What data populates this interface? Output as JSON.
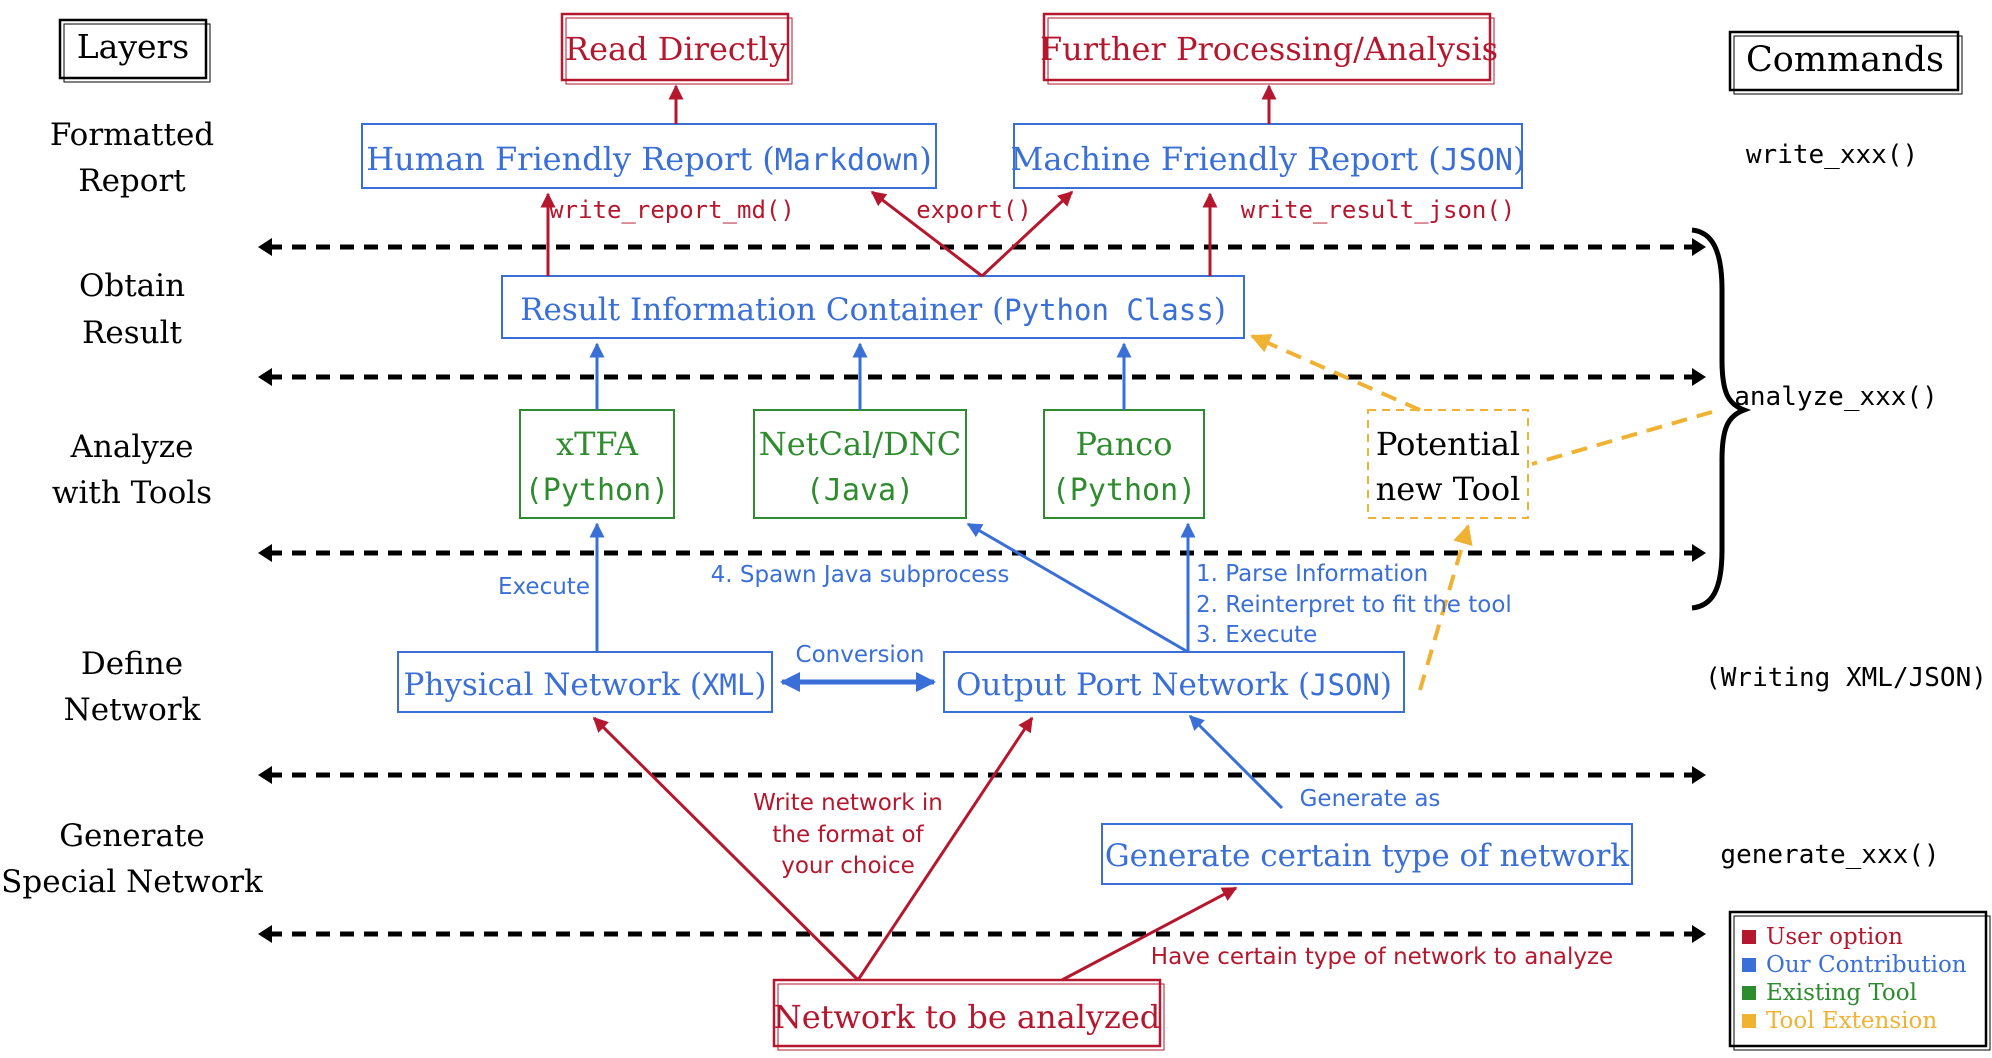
{
  "colors": {
    "user_option": "#b5182e",
    "our_contribution": "#3a6fd8",
    "existing_tool": "#2e8b2e",
    "tool_extension": "#f0b233",
    "black": "#000000"
  },
  "headers": {
    "layers": "Layers",
    "commands": "Commands"
  },
  "layers": [
    {
      "line1": "Formatted",
      "line2": "Report"
    },
    {
      "line1": "Obtain",
      "line2": "Result"
    },
    {
      "line1": "Analyze",
      "line2": "with Tools"
    },
    {
      "line1": "Define",
      "line2": "Network"
    },
    {
      "line1": "Generate",
      "line2": "Special Network"
    }
  ],
  "commands": {
    "write": "write_xxx()",
    "analyze": "analyze_xxx()",
    "writing": "(Writing XML/JSON)",
    "generate": "generate_xxx()"
  },
  "outputs": {
    "read_directly": "Read Directly",
    "further": "Further Processing/Analysis"
  },
  "reports": {
    "human": {
      "text": "Human Friendly Report (",
      "code": "Markdown",
      "close": ")"
    },
    "machine": {
      "text": "Machine Friendly Report (",
      "code": "JSON",
      "close": ")"
    }
  },
  "container": {
    "text": "Result Information Container (",
    "code": "Python Class",
    "close": ")"
  },
  "tools": {
    "xtfa": {
      "name": "xTFA",
      "lang": "(Python)"
    },
    "netcal": {
      "name": "NetCal/DNC",
      "lang": "(Java)"
    },
    "panco": {
      "name": "Panco",
      "lang": "(Python)"
    },
    "potential": {
      "line1": "Potential",
      "line2": "new Tool"
    }
  },
  "networks": {
    "physical": {
      "text": "Physical Network (",
      "code": "XML",
      "close": ")"
    },
    "output_port": {
      "text": "Output Port Network (",
      "code": "JSON",
      "close": ")"
    },
    "generate": "Generate certain type of network",
    "to_analyze": "Network to be analyzed"
  },
  "edge_labels": {
    "write_report_md": "write_report_md()",
    "export": "export()",
    "write_result_json": "write_result_json()",
    "execute": "Execute",
    "spawn": "4. Spawn Java subprocess",
    "parse": "1. Parse Information",
    "reinterpret": "2. Reinterpret to fit the tool",
    "execute3": "3. Execute",
    "conversion": "Conversion",
    "write_network_1": "Write network in",
    "write_network_2": "the format of",
    "write_network_3": "your choice",
    "generate_as": "Generate as",
    "have_certain": "Have certain type of network to analyze"
  },
  "legend": {
    "user_option": "User option",
    "our_contribution": "Our Contribution",
    "existing_tool": "Existing Tool",
    "tool_extension": "Tool Extension"
  }
}
